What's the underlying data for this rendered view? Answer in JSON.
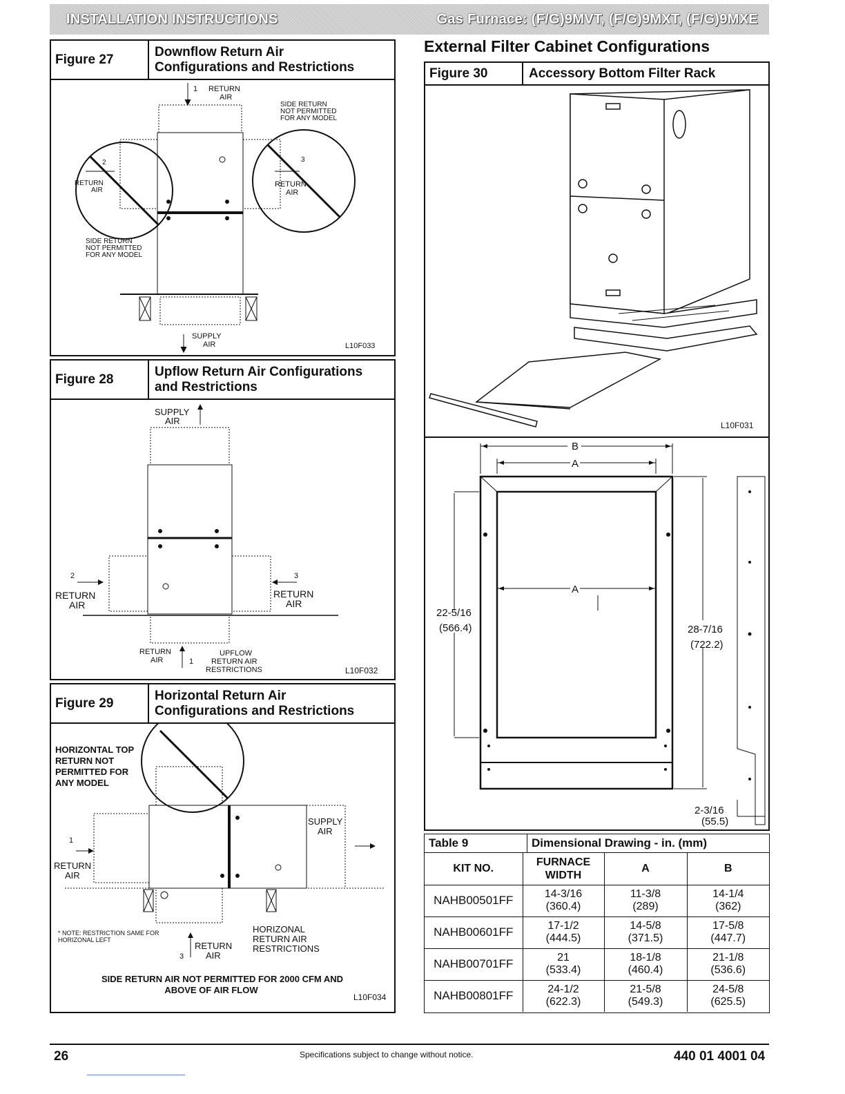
{
  "header": {
    "left": "INSTALLATION INSTRUCTIONS",
    "right": "Gas Furnace: (F/G)9MVT, (F/G)9MXT, (F/G)9MXE"
  },
  "fig27": {
    "num": "Figure 27",
    "title_line1": "Downflow Return Air",
    "title_line2": "Configurations and Restrictions",
    "return_air_1": "RETURN",
    "return_air_2": "AIR",
    "side_right_1": "SIDE RETURN",
    "side_right_2": "NOT PERMITTED",
    "side_right_3": "FOR ANY MODEL",
    "side_left_1": "SIDE RETURN",
    "side_left_2": "NOT PERMITTED",
    "side_left_3": "FOR ANY MODEL",
    "ret_l1": "RETURN",
    "ret_l2": "AIR",
    "ret_r1": "RETURN",
    "ret_r2": "AIR",
    "supply1": "SUPPLY",
    "supply2": "AIR",
    "code": "L10F033",
    "n1": "1",
    "n2": "2",
    "n3": "3"
  },
  "fig28": {
    "num": "Figure 28",
    "title_line1": "Upflow Return Air Configurations",
    "title_line2": "and Restrictions",
    "supply1": "SUPPLY",
    "supply2": "AIR",
    "ret_l1": "RETURN",
    "ret_l2": "AIR",
    "ret_r1": "RETURN",
    "ret_r2": "AIR",
    "ret_b1": "RETURN",
    "ret_b2": "AIR",
    "upflow1": "UPFLOW",
    "upflow2": "RETURN AIR",
    "upflow3": "RESTRICTIONS",
    "code": "L10F032",
    "n1": "1",
    "n2": "2",
    "n3": "3"
  },
  "fig29": {
    "num": "Figure 29",
    "title_line1": "Horizontal Return Air",
    "title_line2": "Configurations and Restrictions",
    "top1": "HORIZONTAL TOP",
    "top2": "RETURN NOT",
    "top3": "PERMITTED FOR",
    "top4": "ANY MODEL",
    "supply1": "SUPPLY",
    "supply2": "AIR",
    "ret_l1": "RETURN",
    "ret_l2": "AIR",
    "ret_b1": "RETURN",
    "ret_b2": "AIR",
    "note1": "* NOTE: RESTRICTION SAME FOR",
    "note2": "HORIZONAL LEFT",
    "horiz1": "HORIZONAL",
    "horiz2": "RETURN AIR",
    "horiz3": "RESTRICTIONS",
    "bottom1": "SIDE RETURN AIR NOT PERMITTED FOR 2000 CFM AND",
    "bottom2": "ABOVE OF AIR FLOW",
    "code": "L10F034",
    "n1": "1",
    "n3": "3"
  },
  "right": {
    "heading": "External Filter Cabinet Configurations",
    "fig30_num": "Figure 30",
    "fig30_title": "Accessory Bottom Filter Rack",
    "code": "L10F031",
    "dim_B": "B",
    "dim_A_top": "A",
    "dim_A_mid": "A",
    "dim_h1": "22-5/16",
    "dim_h1mm": "(566.4)",
    "dim_h2": "28-7/16",
    "dim_h2mm": "(722.2)",
    "dim_d": "2-3/16",
    "dim_dmm": "(55.5)"
  },
  "table9": {
    "label": "Table 9",
    "title": "Dimensional Drawing  - in. (mm)",
    "headers": [
      "KIT NO.",
      "FURNACE WIDTH",
      "A",
      "B"
    ],
    "rows": [
      [
        "NAHB00501FF",
        "14-3/16",
        "(360.4)",
        "11-3/8",
        "(289)",
        "14-1/4",
        "(362)"
      ],
      [
        "NAHB00601FF",
        "17-1/2",
        "(444.5)",
        "14-5/8",
        "(371.5)",
        "17-5/8",
        "(447.7)"
      ],
      [
        "NAHB00701FF",
        "21",
        "(533.4)",
        "18-1/8",
        "(460.4)",
        "21-1/8",
        "(536.6)"
      ],
      [
        "NAHB00801FF",
        "24-1/2",
        "(622.3)",
        "21-5/8",
        "(549.3)",
        "24-5/8",
        "(625.5)"
      ]
    ]
  },
  "footer": {
    "page": "26",
    "center": "Specifications subject to change without notice.",
    "doc": "440 01 4001 04"
  }
}
